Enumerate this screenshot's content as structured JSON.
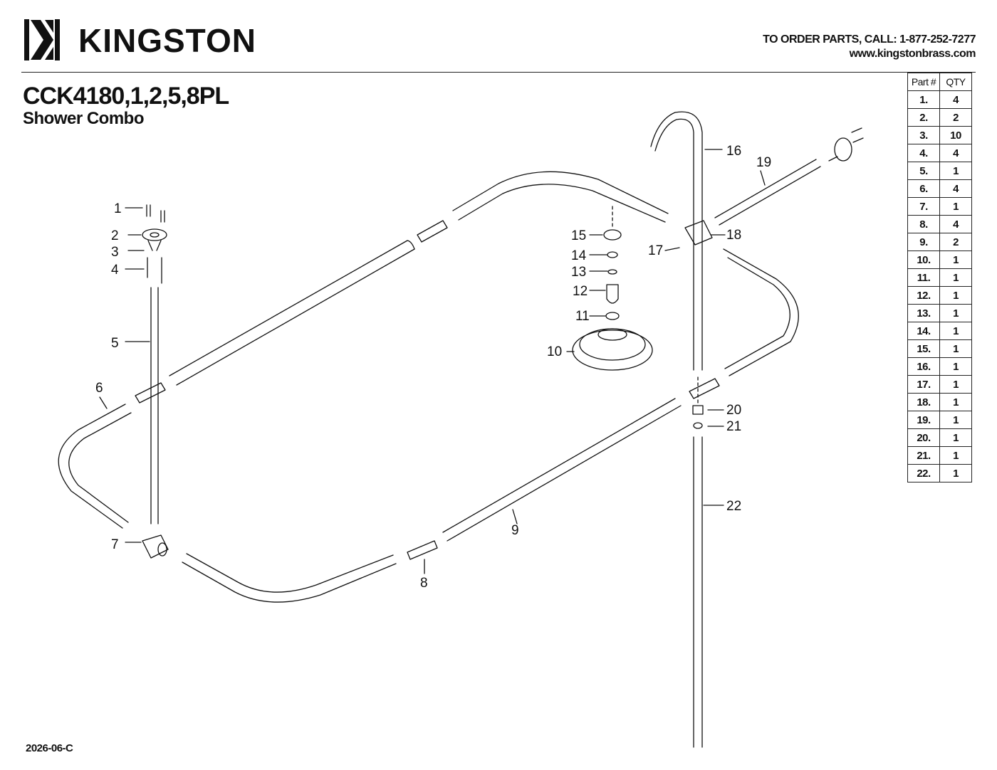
{
  "header": {
    "brand": "KINGSTON",
    "order_line1": "TO ORDER PARTS, CALL: 1-877-252-7277",
    "order_line2": "www.kingstonbrass.com"
  },
  "product": {
    "model": "CCK4180,1,2,5,8PL",
    "name": "Shower Combo"
  },
  "parts_table": {
    "headers": [
      "Part #",
      "QTY"
    ],
    "rows": [
      {
        "part": "1.",
        "qty": "4"
      },
      {
        "part": "2.",
        "qty": "2"
      },
      {
        "part": "3.",
        "qty": "10"
      },
      {
        "part": "4.",
        "qty": "4"
      },
      {
        "part": "5.",
        "qty": "1"
      },
      {
        "part": "6.",
        "qty": "4"
      },
      {
        "part": "7.",
        "qty": "1"
      },
      {
        "part": "8.",
        "qty": "4"
      },
      {
        "part": "9.",
        "qty": "2"
      },
      {
        "part": "10.",
        "qty": "1"
      },
      {
        "part": "11.",
        "qty": "1"
      },
      {
        "part": "12.",
        "qty": "1"
      },
      {
        "part": "13.",
        "qty": "1"
      },
      {
        "part": "14.",
        "qty": "1"
      },
      {
        "part": "15.",
        "qty": "1"
      },
      {
        "part": "16.",
        "qty": "1"
      },
      {
        "part": "17.",
        "qty": "1"
      },
      {
        "part": "18.",
        "qty": "1"
      },
      {
        "part": "19.",
        "qty": "1"
      },
      {
        "part": "20.",
        "qty": "1"
      },
      {
        "part": "21.",
        "qty": "1"
      },
      {
        "part": "22.",
        "qty": "1"
      }
    ]
  },
  "callouts": [
    "1",
    "2",
    "3",
    "4",
    "5",
    "6",
    "7",
    "8",
    "9",
    "10",
    "11",
    "12",
    "13",
    "14",
    "15",
    "16",
    "17",
    "18",
    "19",
    "20",
    "21",
    "22"
  ],
  "footer": {
    "code": "2026-06-C"
  },
  "icons": {
    "logo": "kingston-logo-icon"
  }
}
